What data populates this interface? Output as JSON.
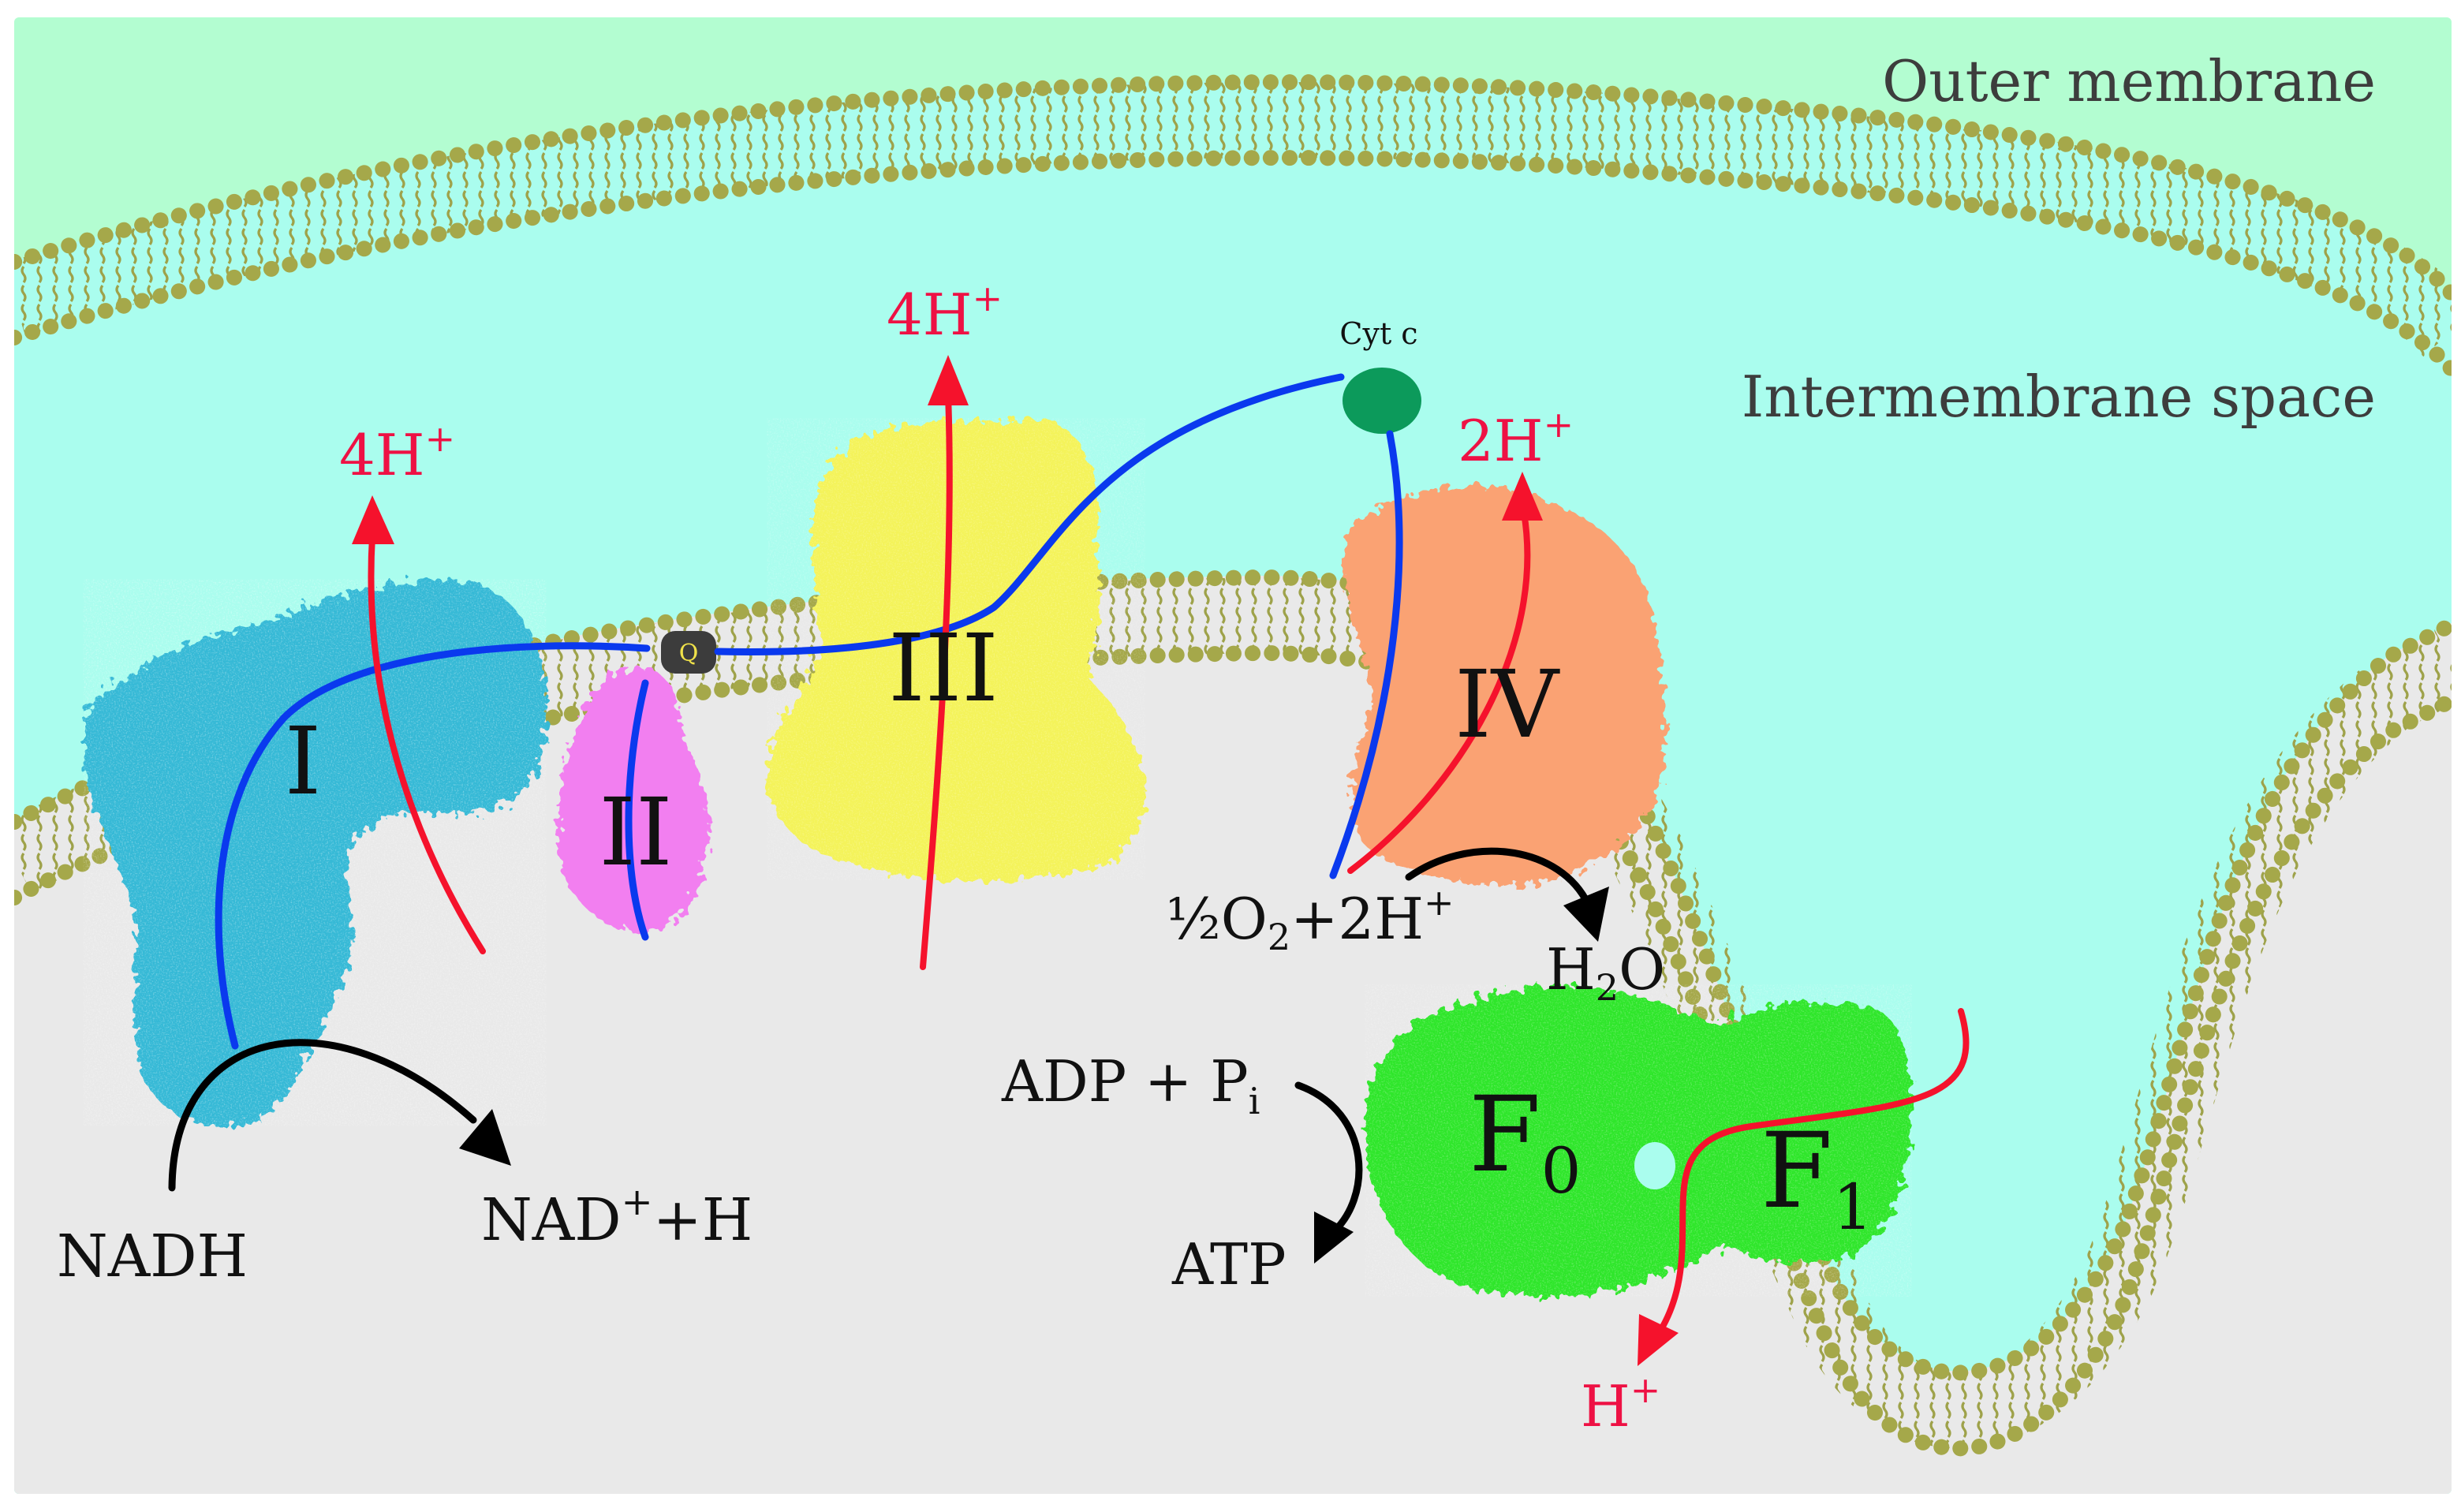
{
  "labels": {
    "outer_membrane": "Outer membrane",
    "intermembrane_space": "Intermembrane space",
    "complex_I": "I",
    "complex_II": "II",
    "complex_III": "III",
    "complex_IV": "IV",
    "f0": "F",
    "f0_sub": "0",
    "f1": "F",
    "f1_sub": "1",
    "ubiquinone": "Q",
    "cytochrome_c": "Cyt c",
    "proton_i": "4H",
    "proton_iii": "4H",
    "proton_iv": "2H",
    "proton_atp": "H",
    "plus_sign": "+",
    "nadh": "NADH",
    "nad_plus": "NAD",
    "nad_plus_tail": "+H",
    "oxygen_frac": "½O",
    "oxygen_sub": "2",
    "oxygen_tail": "+2H",
    "water_h": "H",
    "water_sub": "2",
    "water_o": "O",
    "adp_pi": "ADP + P",
    "pi_sub": "i",
    "atp": "ATP"
  },
  "colors": {
    "outer_space": "#b3fdd1",
    "intermembrane": "#aafdee",
    "matrix": "#e9e9e9",
    "membrane_head": "#a5a84a",
    "membrane_tail": "#9ea24a",
    "complex_I": "#34b9d6",
    "complex_II": "#f27ff0",
    "complex_III": "#f4f35a",
    "complex_IV": "#faa273",
    "atp_synthase": "#2fe62b",
    "cyt_c": "#0c9a5b",
    "quinone": "#3c3c3c",
    "electron_arrow": "#0a39ee",
    "proton_arrow": "#f5122c",
    "reaction_arrow": "#000000"
  }
}
